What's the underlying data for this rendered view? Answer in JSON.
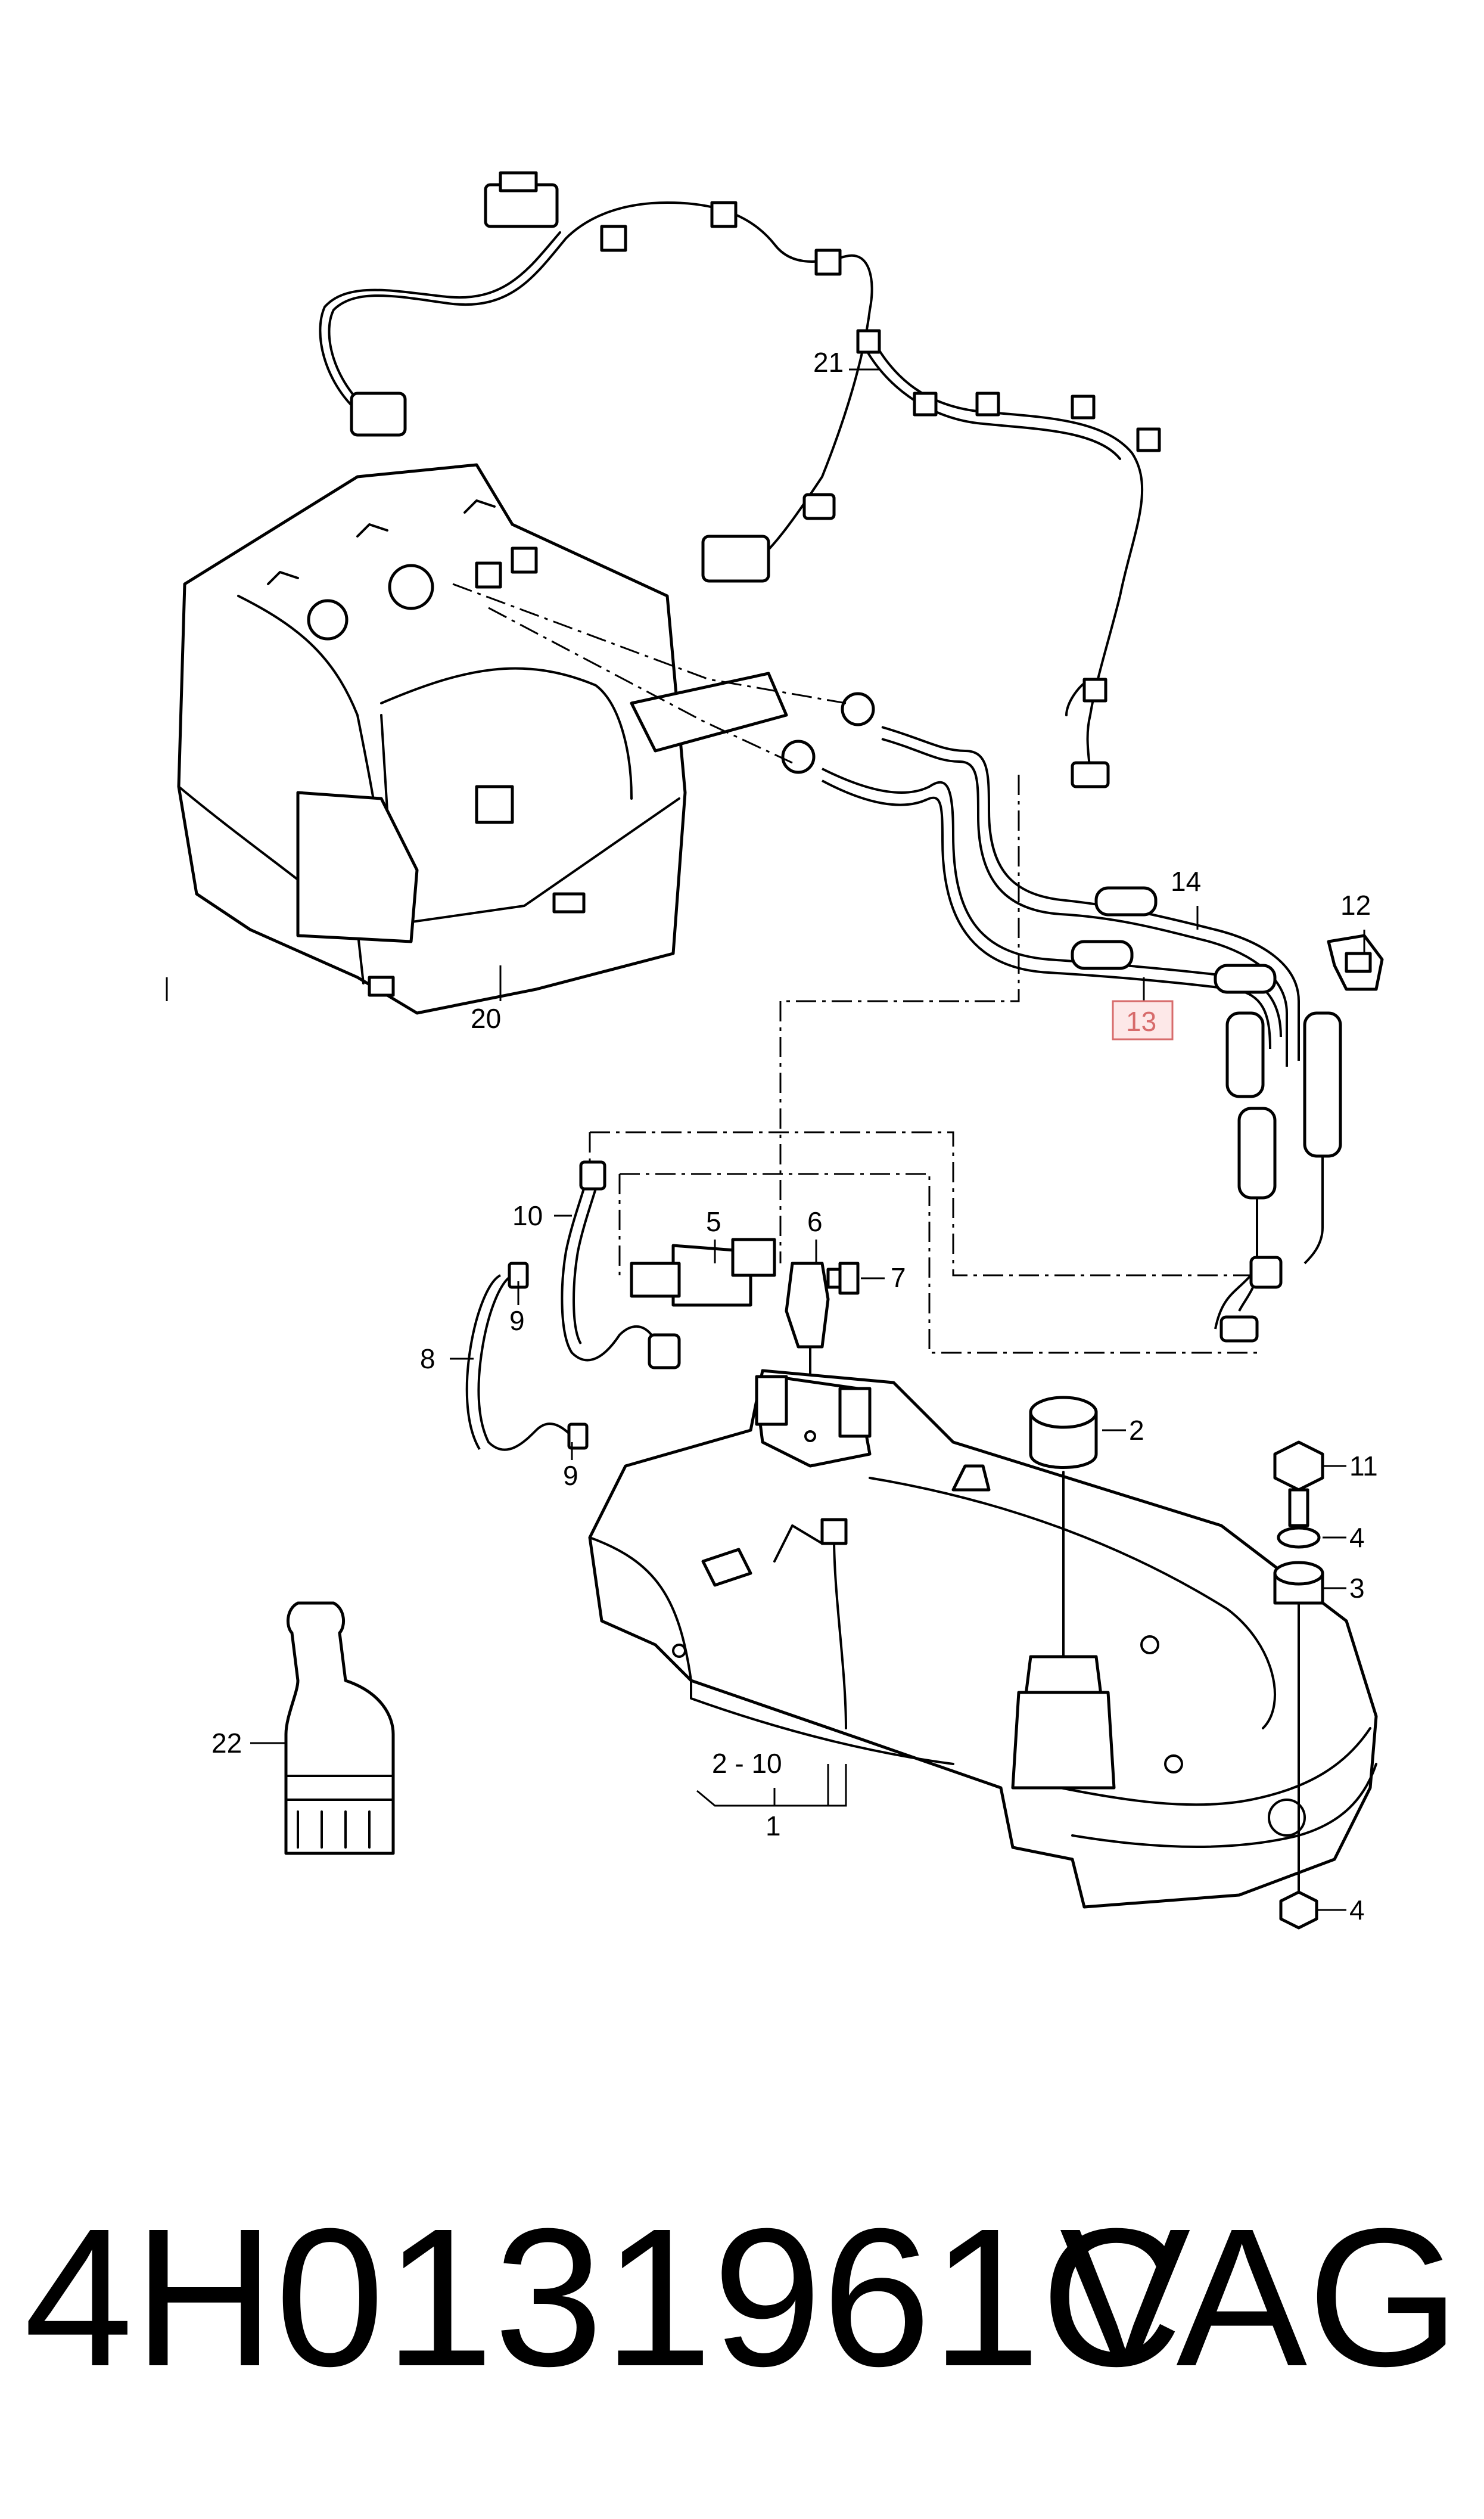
{
  "labels": {
    "l1": "1",
    "l2": "2",
    "l2_10": "2 - 10",
    "l3": "3",
    "l4a": "4",
    "l4b": "4",
    "l5": "5",
    "l6": "6",
    "l7": "7",
    "l8": "8",
    "l9a": "9",
    "l9b": "9",
    "l10": "10",
    "l11": "11",
    "l12": "12",
    "l13": "13",
    "l14": "14",
    "l20": "20",
    "l21": "21",
    "l22": "22"
  },
  "footer": {
    "part_number": "4H0131961C",
    "brand": "VAG"
  },
  "highlight_color": "#d76b6b"
}
